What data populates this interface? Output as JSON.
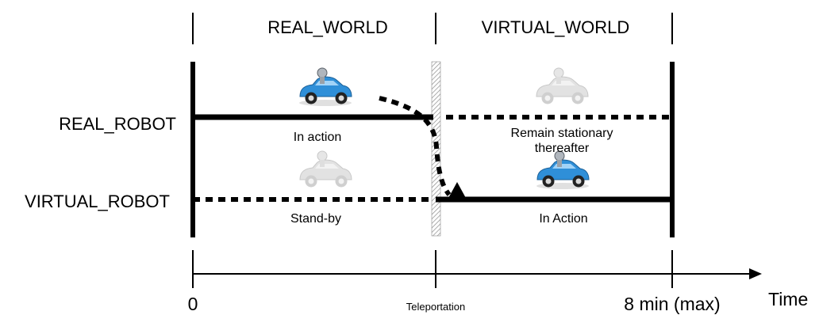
{
  "zones": {
    "left": "REAL_WORLD",
    "right": "VIRTUAL_WORLD"
  },
  "rows": {
    "real": "REAL_ROBOT",
    "virtual": "VIRTUAL_ROBOT"
  },
  "states": {
    "real_before": "In action",
    "real_after_line1": "Remain stationary",
    "real_after_line2": "thereafter",
    "virtual_before": "Stand-by",
    "virtual_after": "In Action"
  },
  "timeline": {
    "start": "0",
    "event": "Teleportation",
    "end": "8 min (max)",
    "axis_label": "Time"
  },
  "icons": {
    "active_car": "robot-car-icon-active",
    "inactive_car": "robot-car-icon-faded"
  },
  "colors": {
    "active_car": "#2f8fd8",
    "inactive_car": "#d9d9d9",
    "line": "#000000",
    "divider_hatch": "#8a8a8a"
  }
}
